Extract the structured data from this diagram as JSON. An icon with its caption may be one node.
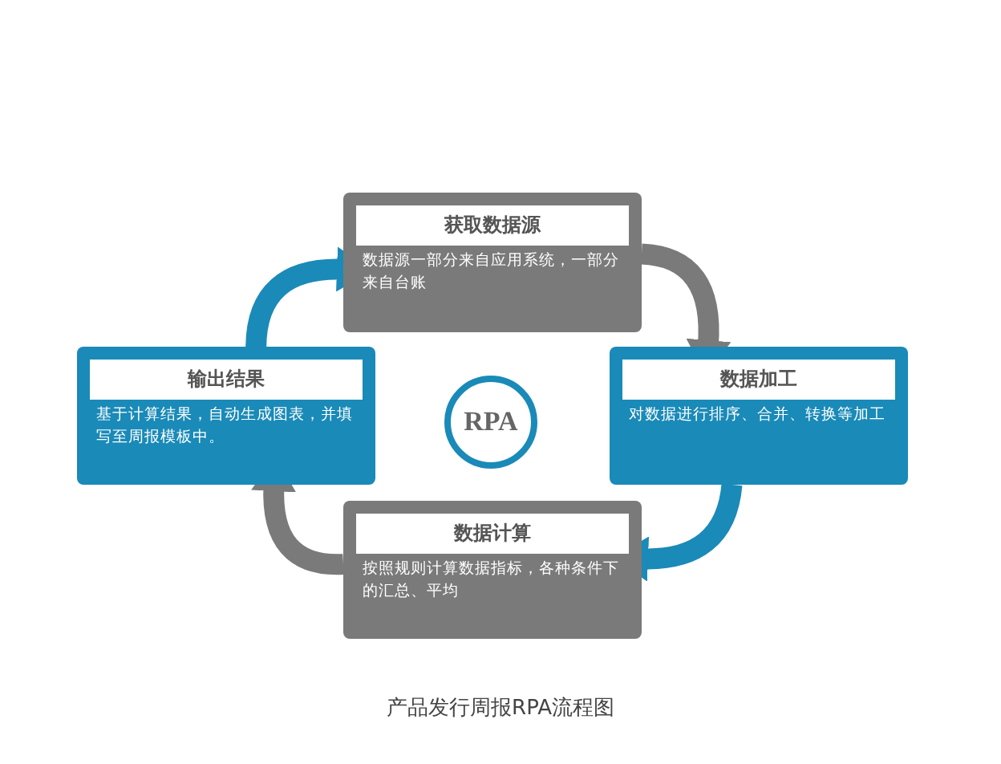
{
  "diagram": {
    "caption": "产品发行周报RPA流程图",
    "nodes": [
      {
        "text": [
          "获取数据源",
          "数据源一部分来自应用系统，一部分来自台账"
        ]
      },
      {
        "text": [
          "数据加工",
          "对数据进行排序、合并、转换等加工"
        ]
      },
      {
        "text": [
          "数据计算",
          "按照规则计算数据指标，各种条件下的汇总、平均"
        ]
      },
      {
        "text": [
          "输出结果",
          "基于计算结果，自动生成图表，并填写至周报模板中。"
        ]
      },
      {
        "text": [
          "RPA"
        ]
      }
    ],
    "edges": [
      {
        "from": 0,
        "to": 1,
        "arrow": "to",
        "color": "#7a7a7a"
      },
      {
        "from": 1,
        "to": 2,
        "arrow": "to",
        "color": "#1a8ab8"
      },
      {
        "from": 2,
        "to": 3,
        "arrow": "to",
        "color": "#7a7a7a"
      },
      {
        "from": 3,
        "to": 0,
        "arrow": "to",
        "color": "#1a8ab8"
      }
    ]
  }
}
